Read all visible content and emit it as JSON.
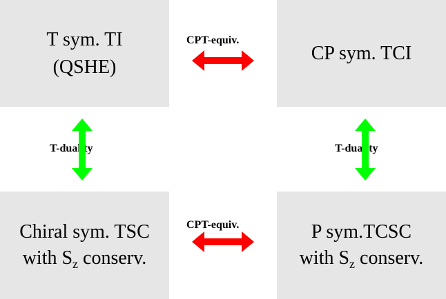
{
  "nodes": {
    "top_left": {
      "line1": "T sym. TI",
      "line2": "(QSHE)"
    },
    "top_right": {
      "line1": "CP sym. TCI"
    },
    "bottom_left": {
      "line1": "Chiral sym. TSC",
      "line2_prefix": "with S",
      "line2_sub": "z",
      "line2_suffix": " conserv."
    },
    "bottom_right": {
      "line1": "P sym.TCSC",
      "line2_prefix": "with S",
      "line2_sub": "z",
      "line2_suffix": " conserv."
    }
  },
  "edges": {
    "top": {
      "label": "CPT-equiv.",
      "color": "#ff0000"
    },
    "bottom": {
      "label": "CPT-equiv.",
      "color": "#ff0000"
    },
    "left": {
      "label": "T-duality",
      "color": "#00ff00"
    },
    "right": {
      "label": "T-duality",
      "color": "#00ff00"
    }
  }
}
